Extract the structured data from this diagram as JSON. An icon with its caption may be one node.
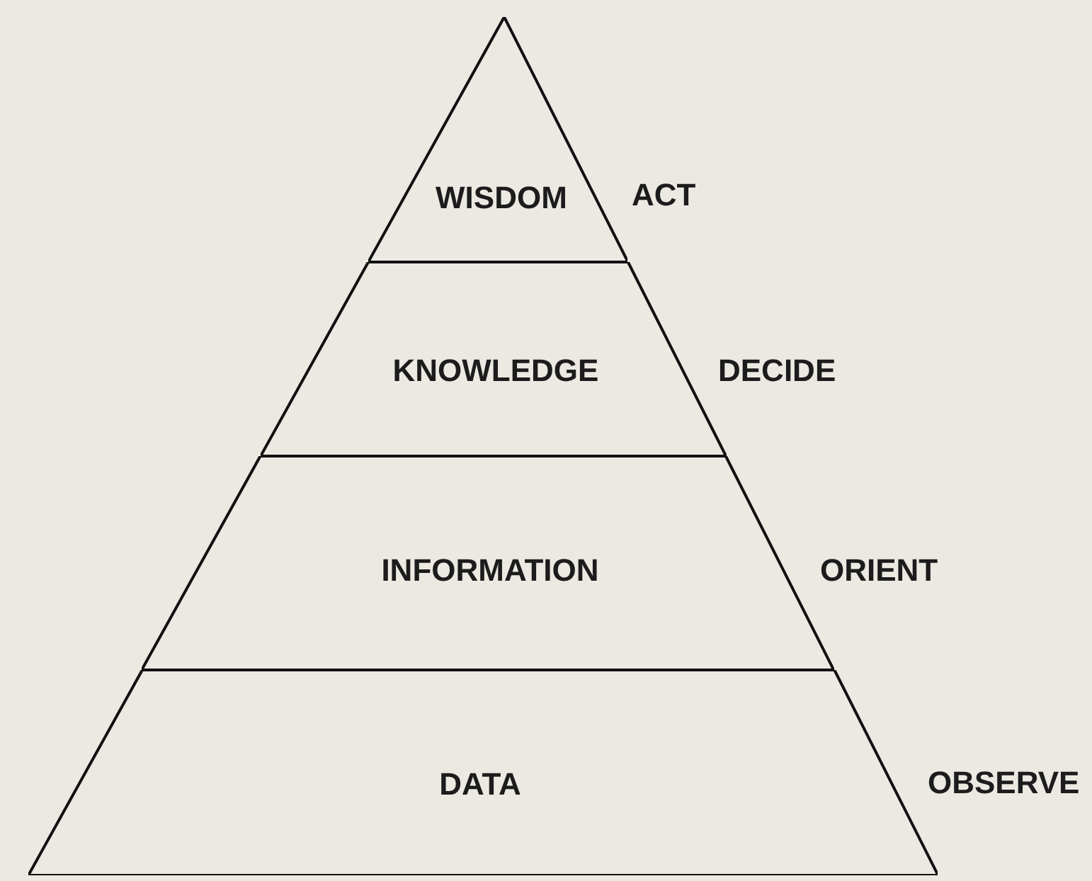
{
  "diagram": {
    "nodes": [
      {
        "text": [
          "WISDOM"
        ],
        "beside": [
          "ACT"
        ]
      },
      {
        "text": [
          "KNOWLEDGE"
        ],
        "beside": [
          "DECIDE"
        ]
      },
      {
        "text": [
          "INFORMATION"
        ],
        "beside": [
          "ORIENT"
        ]
      },
      {
        "text": [
          "DATA"
        ],
        "beside": [
          "OBSERVE"
        ]
      }
    ],
    "edges": []
  }
}
